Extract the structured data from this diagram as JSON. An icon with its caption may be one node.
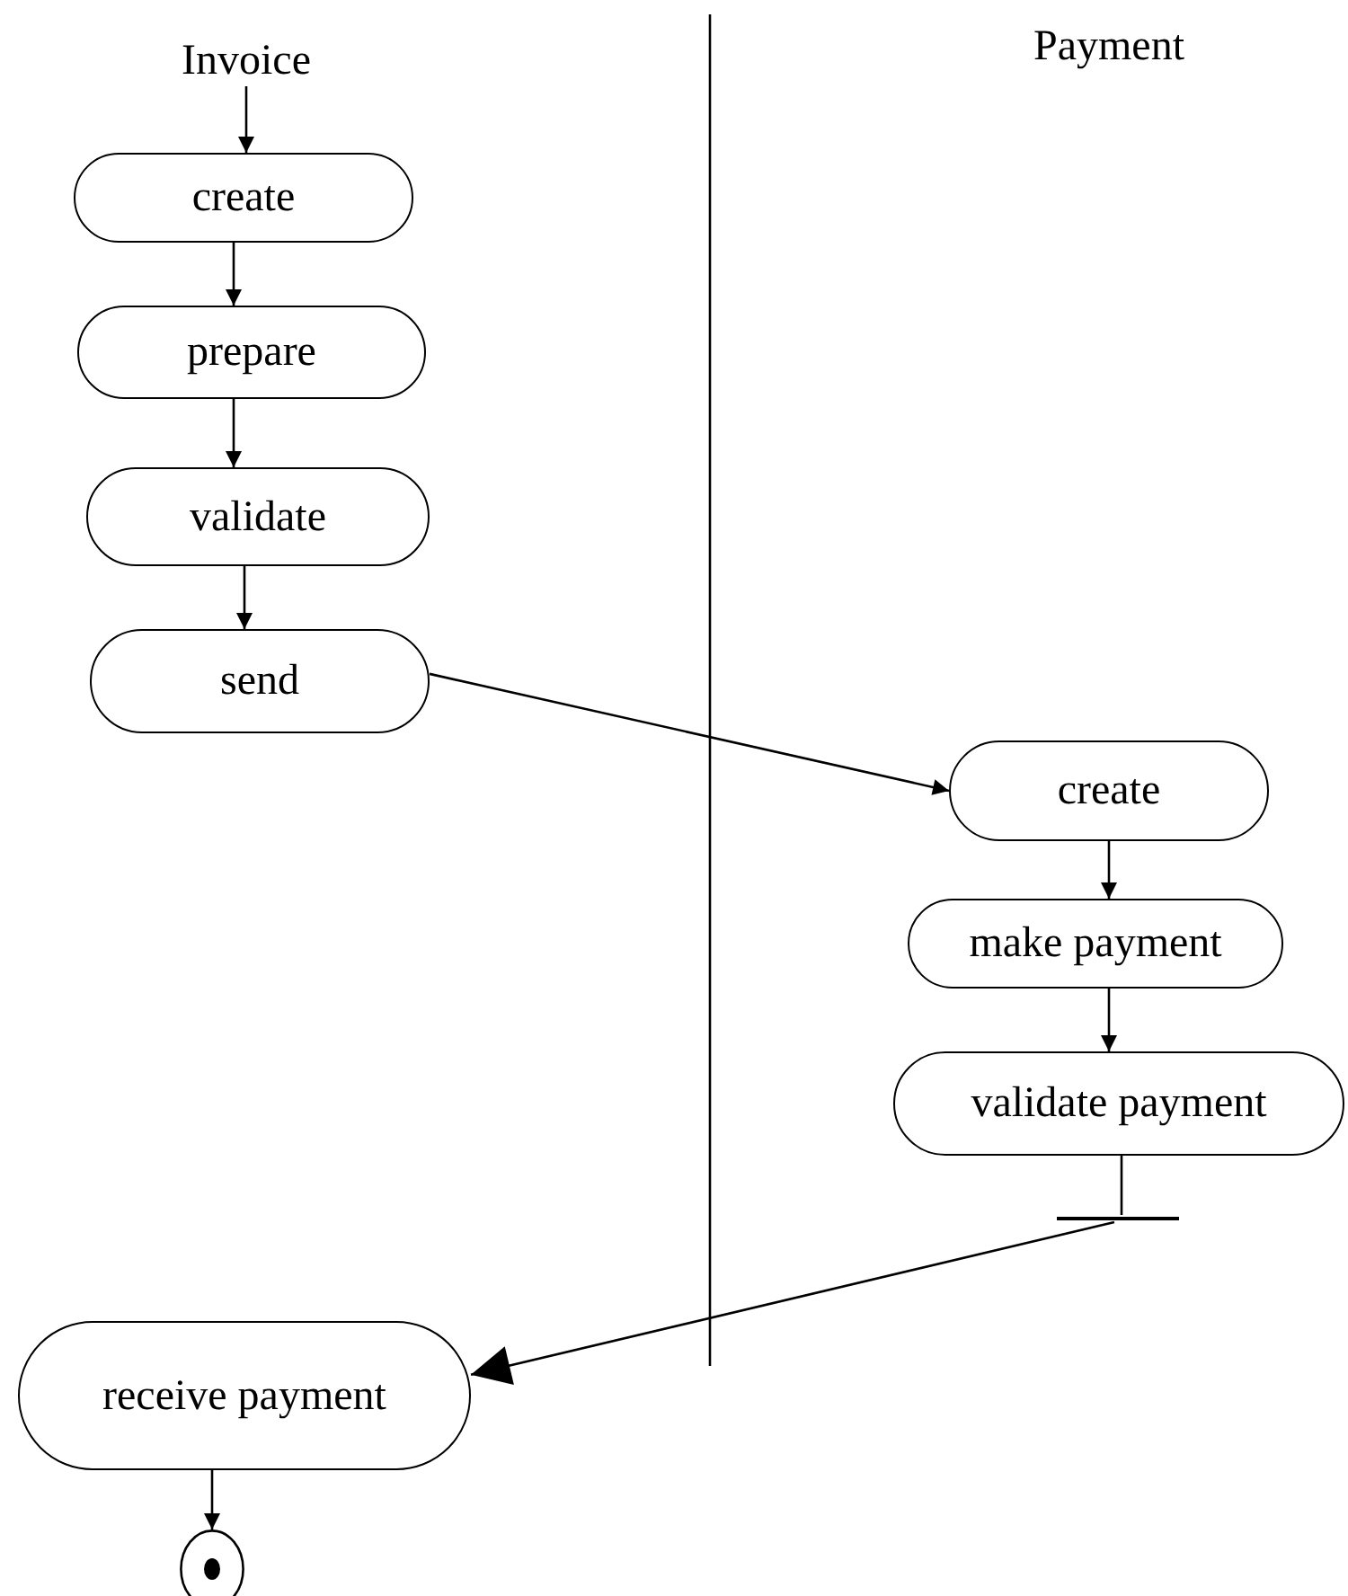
{
  "diagram": {
    "nodes": [
      {
        "text": [
          "Invoice"
        ]
      },
      {
        "text": [
          "create"
        ]
      },
      {
        "text": [
          "prepare"
        ]
      },
      {
        "text": [
          "validate"
        ]
      },
      {
        "text": [
          "send"
        ]
      },
      {
        "text": [
          "create"
        ]
      },
      {
        "text": [
          "make payment"
        ]
      },
      {
        "text": [
          "validate payment"
        ]
      },
      {
        "text": [],
        "shape": "bar"
      },
      {
        "text": [
          "receive payment"
        ]
      },
      {
        "text": [],
        "shape": "circle"
      }
    ],
    "edges": [
      {
        "from": 0,
        "to": 1,
        "arrow": "to"
      },
      {
        "from": 1,
        "to": 2,
        "arrow": "to"
      },
      {
        "from": 2,
        "to": 3,
        "arrow": "to"
      },
      {
        "from": 3,
        "to": 4,
        "arrow": "to"
      },
      {
        "from": 4,
        "to": 5,
        "arrow": "to"
      },
      {
        "from": 5,
        "to": 6,
        "arrow": "to"
      },
      {
        "from": 6,
        "to": 7,
        "arrow": "to"
      },
      {
        "from": 7,
        "to": 8,
        "arrow": "none"
      },
      {
        "from": 8,
        "to": 9,
        "arrow": "to"
      },
      {
        "from": 9,
        "to": 10,
        "arrow": "to"
      }
    ],
    "labels": [
      "Payment"
    ]
  }
}
